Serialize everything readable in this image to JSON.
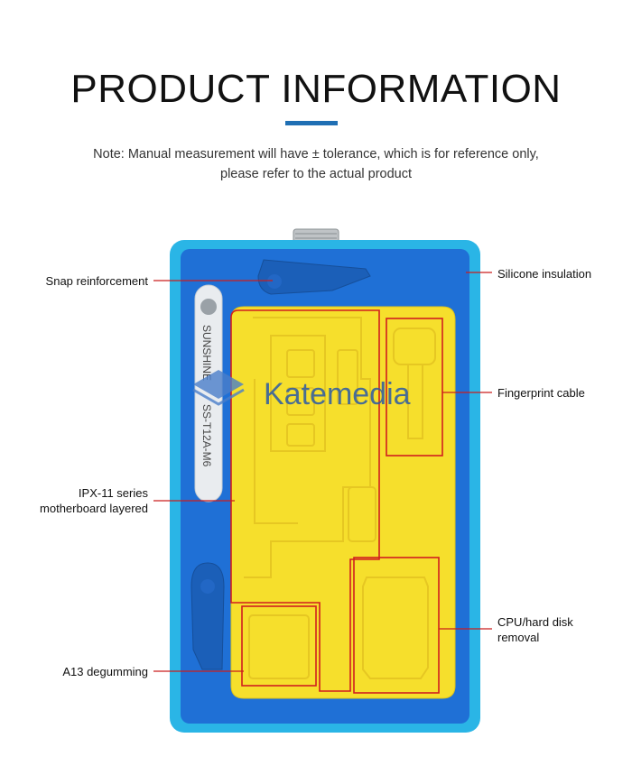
{
  "header": {
    "title": "PRODUCT INFORMATION",
    "note_line1": "Note: Manual measurement will have ± tolerance, which is for reference only,",
    "note_line2": "please refer to the actual product"
  },
  "device": {
    "brand_text": "SUNSHINE",
    "model_text": "SS-T12A-M6"
  },
  "callouts": {
    "snap": "Snap reinforcement",
    "silicone": "Silicone insulation",
    "fingerprint": "Fingerprint cable",
    "ipx_line1": "IPX-11 series",
    "ipx_line2": "motherboard layered",
    "cpu_line1": "CPU/hard disk",
    "cpu_line2": "removal",
    "a13": "A13 degumming"
  },
  "watermark": "Katemedia",
  "colors": {
    "accent": "#1f6fb4",
    "frame_blue": "#1e73d8",
    "frame_cyan": "#29b6e8",
    "plate_yellow": "#f6df2c",
    "highlight_red": "#d01f1f"
  }
}
